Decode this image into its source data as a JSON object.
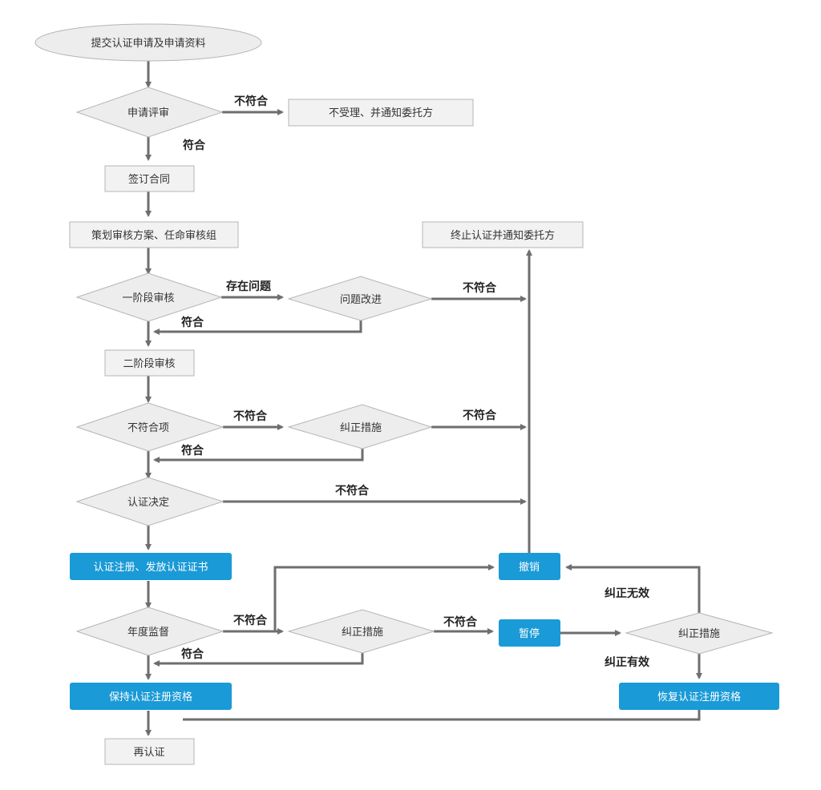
{
  "nodes": {
    "start": "提交认证申请及申请资料",
    "apply_review": "申请评审",
    "reject": "不受理、并通知委托方",
    "contract": "签订合同",
    "plan": "策划审核方案、任命审核组",
    "stage1": "一阶段审核",
    "improve": "问题改进",
    "terminate": "终止认证并通知委托方",
    "stage2": "二阶段审核",
    "nonconform": "不符合项",
    "corrective1": "纠正措施",
    "decision": "认证决定",
    "register": "认证注册、发放认证证书",
    "revoke": "撤销",
    "annual": "年度监督",
    "corrective2": "纠正措施",
    "suspend": "暂停",
    "corrective3": "纠正措施",
    "keep": "保持认证注册资格",
    "restore": "恢复认证注册资格",
    "recert": "再认证"
  },
  "edge_labels": {
    "e_reject": "不符合",
    "e_apply_ok": "符合",
    "e_issue": "存在问题",
    "e_improve_fail": "不符合",
    "e_stage1_ok": "符合",
    "e_nc": "不符合",
    "e_corr1_fail": "不符合",
    "e_nc_ok": "符合",
    "e_decision_fail": "不符合",
    "e_annual_fail": "不符合",
    "e_corr2_fail": "不符合",
    "e_annual_ok": "符合",
    "e_corr_invalid": "纠正无效",
    "e_corr_valid": "纠正有效"
  }
}
